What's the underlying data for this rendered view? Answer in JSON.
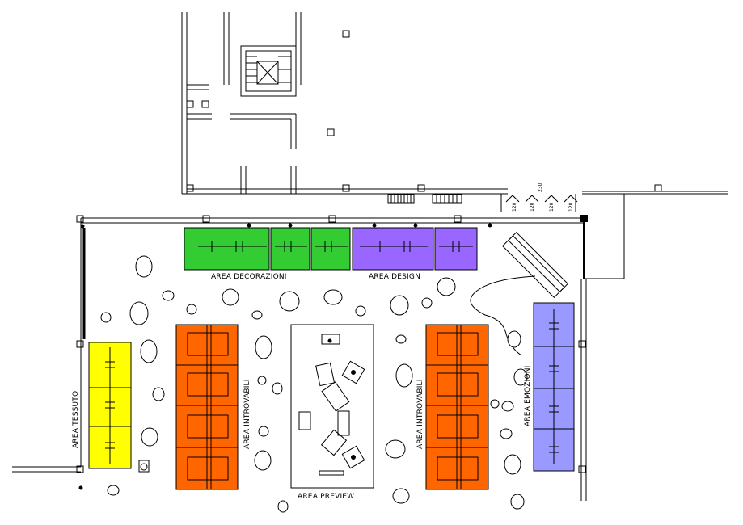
{
  "areas": {
    "decorazioni": "AREA DECORAZIONI",
    "design": "AREA DESIGN",
    "tessuto": "AREA TESSUTO",
    "introvabili_left": "AREA INTROVABILI",
    "introvabili_right": "AREA INTROVABILI",
    "preview": "AREA PREVIEW",
    "emozioni": "AREA EMOZIONI"
  },
  "stair_labels": [
    "120",
    "120",
    "120",
    "120",
    "230"
  ],
  "colors": {
    "green": "#33cc33",
    "purple": "#9966ff",
    "yellow": "#ffff00",
    "orange": "#ff6600",
    "lavender": "#9999ff"
  }
}
